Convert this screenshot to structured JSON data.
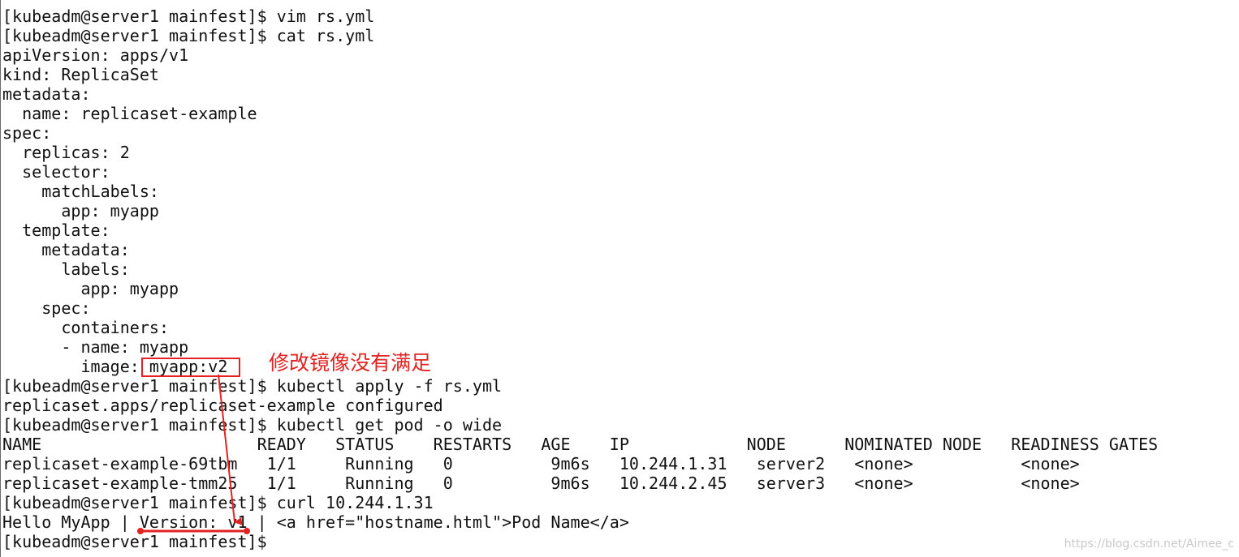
{
  "terminal": {
    "lines": [
      "[kubeadm@server1 mainfest]$ vim rs.yml",
      "[kubeadm@server1 mainfest]$ cat rs.yml",
      "apiVersion: apps/v1",
      "kind: ReplicaSet",
      "metadata:",
      "  name: replicaset-example",
      "spec:",
      "  replicas: 2",
      "  selector:",
      "    matchLabels:",
      "      app: myapp",
      "  template:",
      "    metadata:",
      "      labels:",
      "        app: myapp",
      "    spec:",
      "      containers:",
      "      - name: myapp",
      "        image: myapp:v2",
      "[kubeadm@server1 mainfest]$ kubectl apply -f rs.yml",
      "replicaset.apps/replicaset-example configured",
      "[kubeadm@server1 mainfest]$ kubectl get pod -o wide",
      "NAME                      READY   STATUS    RESTARTS   AGE    IP            NODE      NOMINATED NODE   READINESS GATES",
      "replicaset-example-69tbm   1/1     Running   0          9m6s   10.244.1.31   server2   <none>           <none>",
      "replicaset-example-tmm25   1/1     Running   0          9m6s   10.244.2.45   server3   <none>           <none>",
      "[kubeadm@server1 mainfest]$ curl 10.244.1.31",
      "Hello MyApp | Version: v1 | <a href=\"hostname.html\">Pod Name</a>",
      "[kubeadm@server1 mainfest]$"
    ]
  },
  "annotation": {
    "text": "修改镜像没有满足",
    "color": "#e32222"
  },
  "watermark": {
    "text": "https://blog.csdn.net/Aimee_c"
  }
}
